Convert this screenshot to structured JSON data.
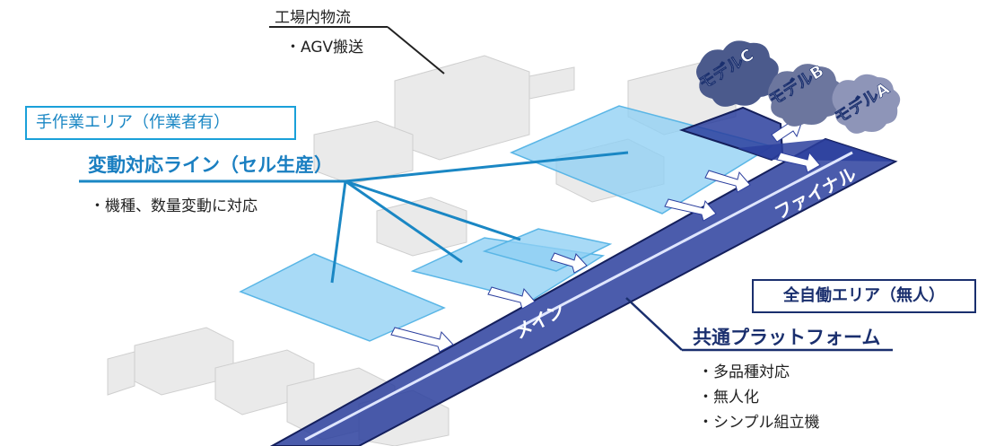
{
  "logistics": {
    "title": "工場内物流",
    "sub": "・AGV搬送"
  },
  "manual_area": {
    "label": "手作業エリア（作業者有）"
  },
  "cell_line": {
    "title": "変動対応ライン（セル生産）",
    "sub": "・機種、数量変動に対応"
  },
  "auto_area": {
    "label": "全自働エリア（無人）"
  },
  "platform": {
    "title": "共通プラットフォーム",
    "features": [
      "・多品種対応",
      "・無人化",
      "・シンプル組立機"
    ]
  },
  "line_labels": {
    "main": "メイン",
    "final": "ファイナル"
  },
  "models": [
    "モデルC",
    "モデルB",
    "モデルA"
  ],
  "colors": {
    "manual": "#1aa0d9",
    "cell_text": "#1a7fc1",
    "auto": "#1a2f6e",
    "belt": "#2c3f9e",
    "cell_fill": "#8fd0f3"
  }
}
